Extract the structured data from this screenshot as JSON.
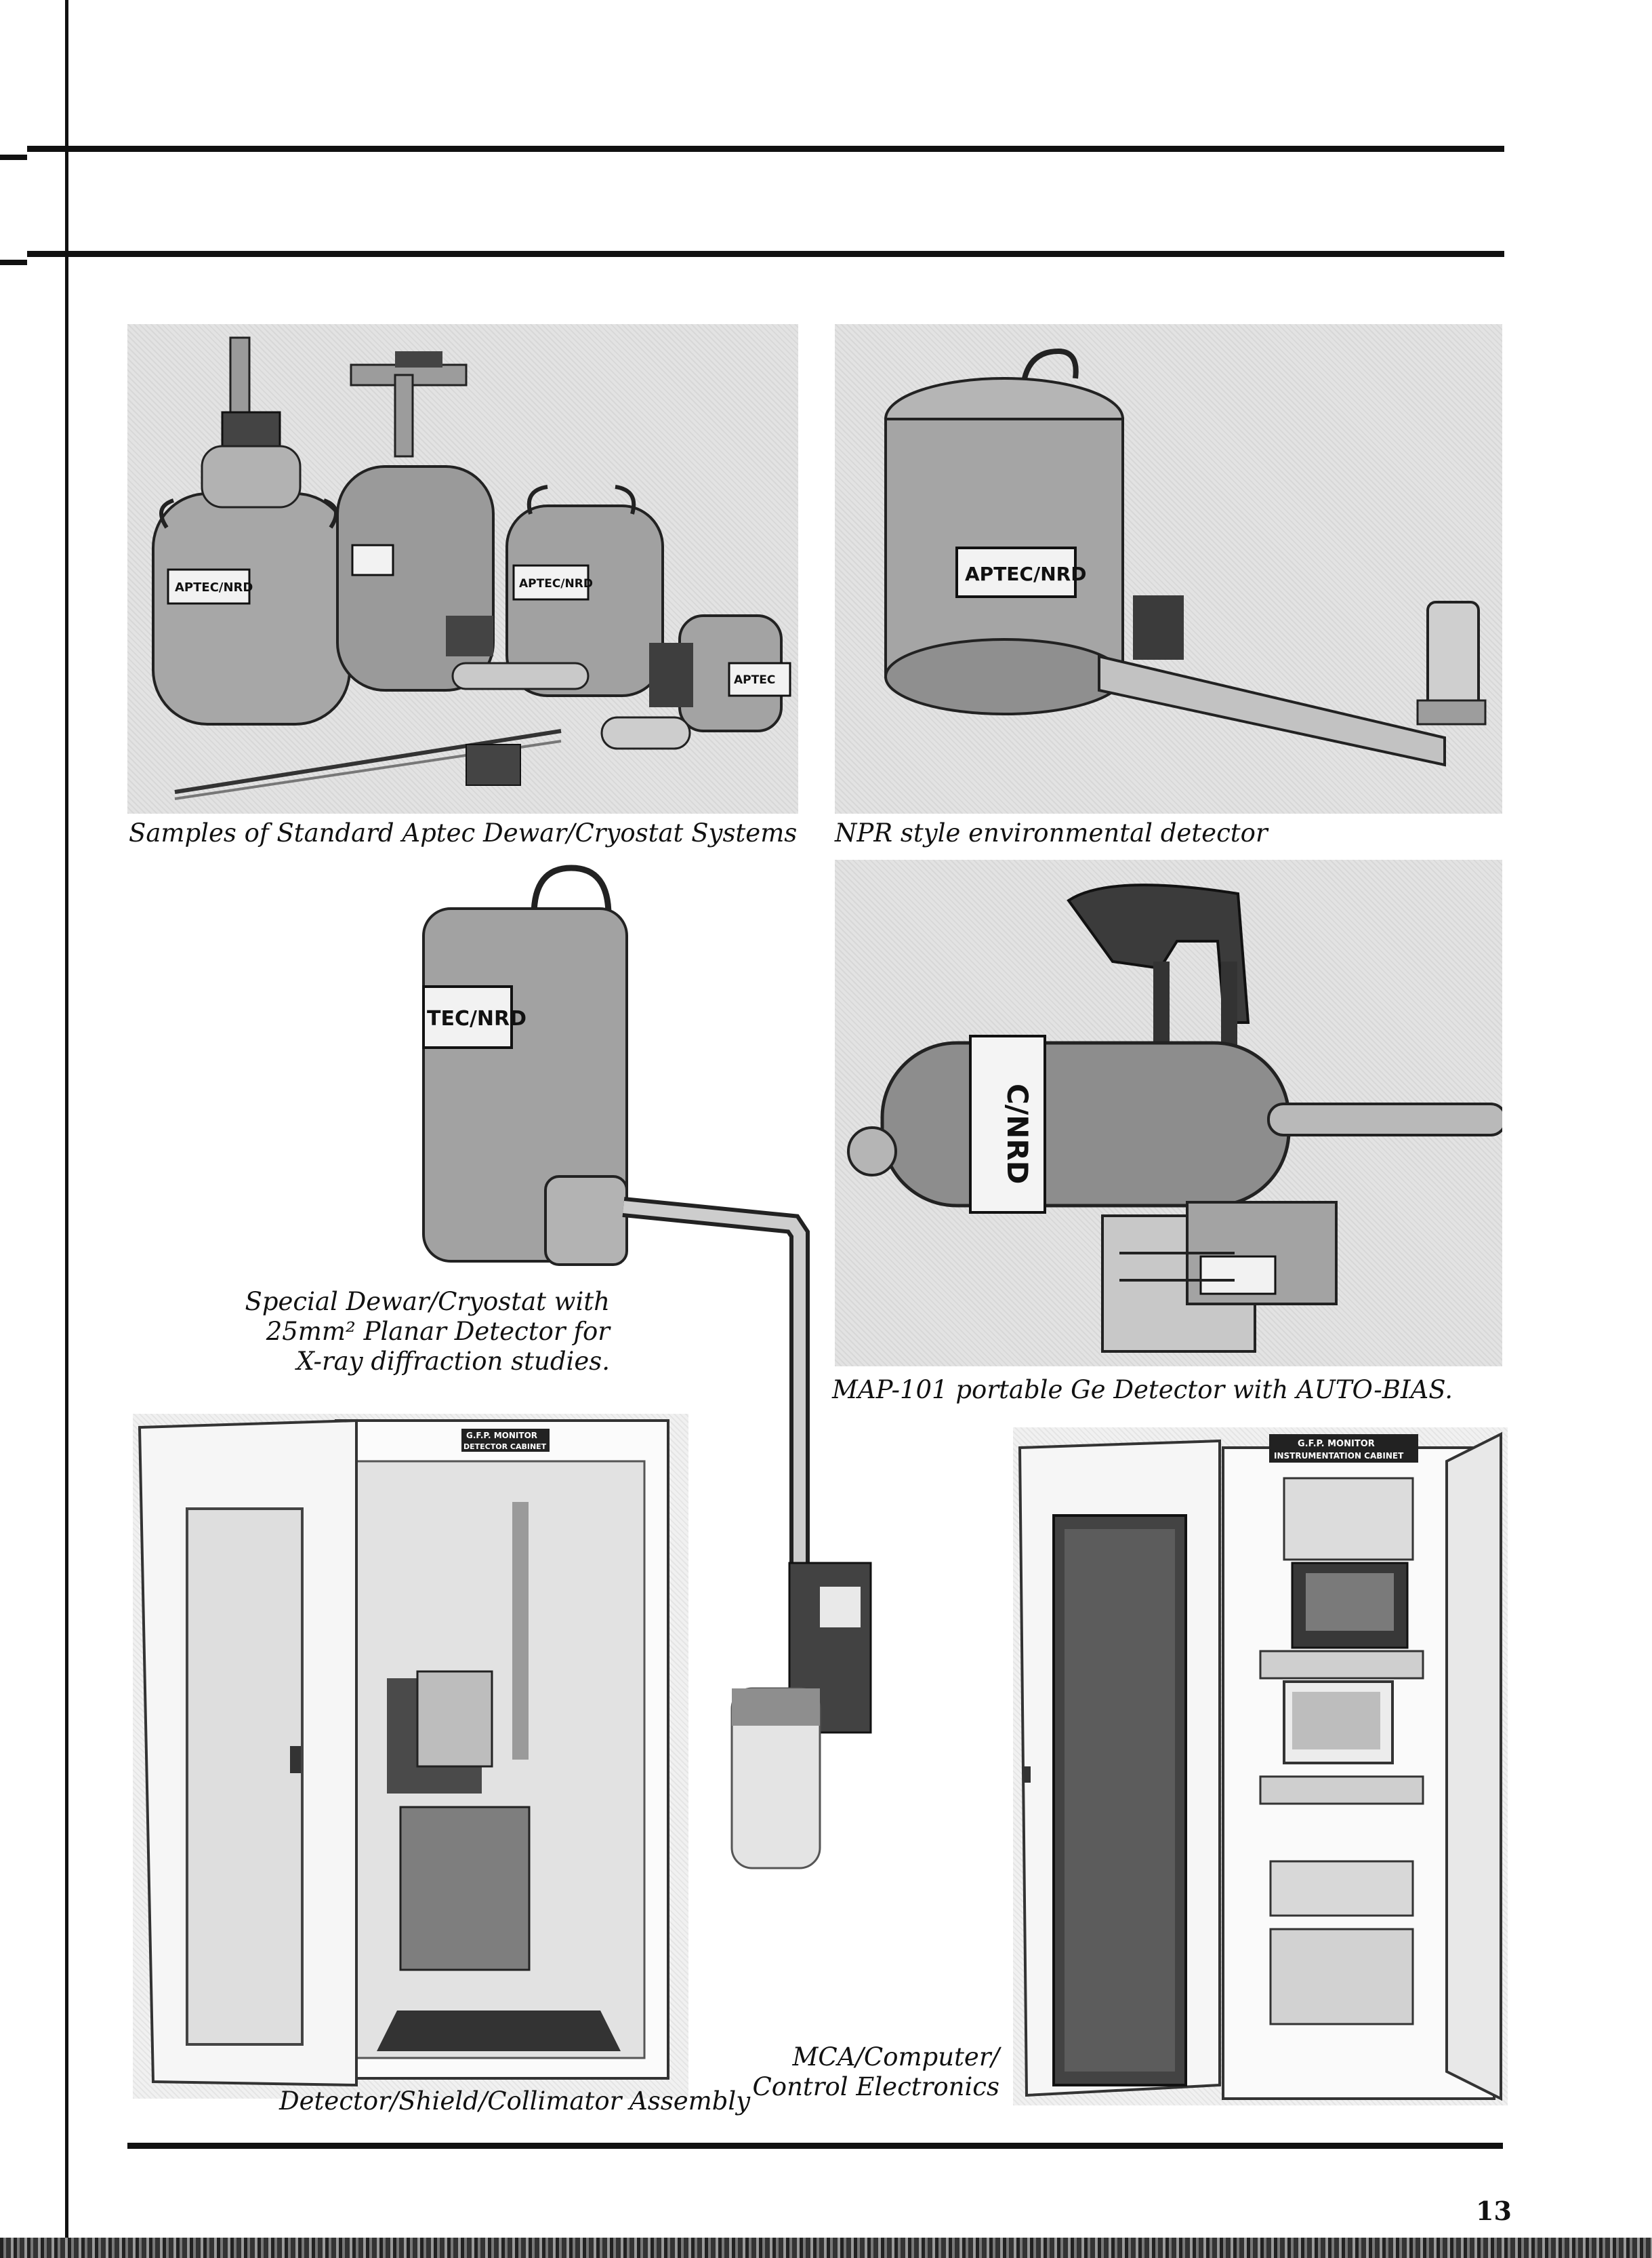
{
  "captions": {
    "dewar_samples": "Samples of Standard Aptec Dewar/Cryostat Systems",
    "npr_detector": "NPR style environmental detector",
    "special_dewar": [
      "Special Dewar/Cryostat with",
      "25mm² Planar Detector for",
      "X-ray diffraction studies."
    ],
    "map101": "MAP-101 portable Ge Detector with AUTO-BIAS.",
    "assembly": "Detector/Shield/Collimator Assembly",
    "mca": [
      "MCA/Computer/",
      "Control Electronics"
    ]
  },
  "labels": {
    "brand": "APTEC/NRD",
    "brand_partial_a": "APTEC",
    "brand_partial_b": "TEC/NRD",
    "brand_partial_c": "C/NRD",
    "detector_cabinet_l1": "G.F.P. MONITOR",
    "detector_cabinet_l2": "DETECTOR CABINET",
    "instrument_cabinet_l1": "G.F.P. MONITOR",
    "instrument_cabinet_l2": "INSTRUMENTATION CABINET"
  },
  "page_number": "13"
}
